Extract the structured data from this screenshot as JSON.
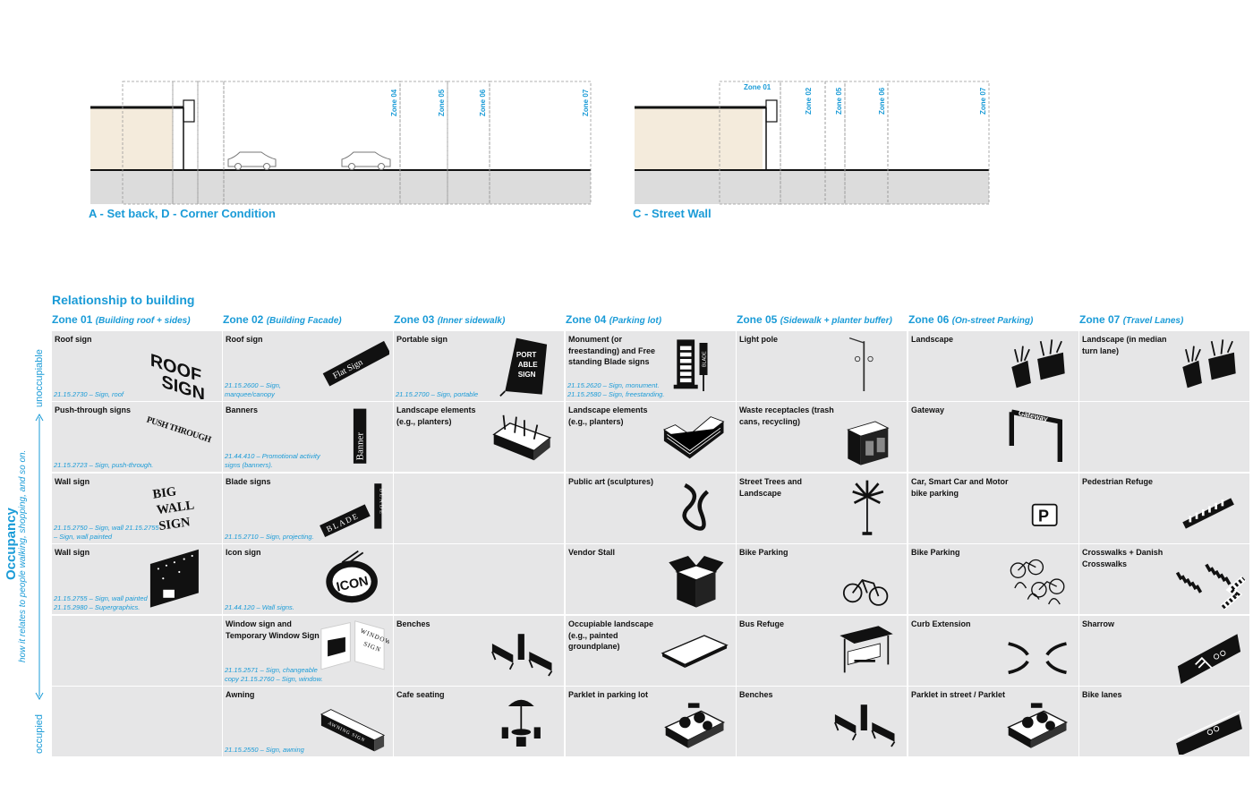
{
  "sections": {
    "left_caption": "A - Set back, D - Corner Condition",
    "right_caption": "C - Street Wall",
    "left_zones": [
      "Zone 04",
      "Zone 05",
      "Zone 06",
      "Zone 07"
    ],
    "right_zones": [
      "Zone 01",
      "Zone 02",
      "Zone 05",
      "Zone 06",
      "Zone 07"
    ]
  },
  "matrix": {
    "title": "Relationship to building",
    "axis": {
      "title": "Occupancy",
      "subtitle": "how it relates to people walking, shopping, and so on.",
      "top": "unoccupiable",
      "bottom": "occupied"
    },
    "zones": [
      {
        "name": "Zone 01",
        "desc": "(Building roof + sides)"
      },
      {
        "name": "Zone 02",
        "desc": "(Building Facade)"
      },
      {
        "name": "Zone 03",
        "desc": "(Inner sidewalk)"
      },
      {
        "name": "Zone 04",
        "desc": "(Parking lot)"
      },
      {
        "name": "Zone 05",
        "desc": "(Sidewalk + planter buffer)"
      },
      {
        "name": "Zone 06",
        "desc": "(On-street Parking)"
      },
      {
        "name": "Zone 07",
        "desc": "(Travel Lanes)"
      }
    ],
    "rows": [
      [
        {
          "title": "Roof sign",
          "code": "21.15.2730 – Sign, roof",
          "icon": "roof-sign-icon",
          "art": "ROOF SIGN"
        },
        {
          "title": "Roof sign",
          "code": "21.15.2600 – Sign, marquee/canopy",
          "icon": "flat-sign-icon",
          "art": "Flat Sign"
        },
        {
          "title": "Portable sign",
          "code": "21.15.2700 – Sign, portable",
          "icon": "portable-sign-icon",
          "art": "PORT ABLE SIGN"
        },
        {
          "title": "Monument (or freestanding) and Free standing Blade signs",
          "code": "21.15.2620 – Sign, monument. 21.15.2580 – Sign, freestanding.",
          "icon": "monument-sign-icon",
          "art": "BLADE"
        },
        {
          "title": "Light pole",
          "code": "",
          "icon": "light-pole-icon",
          "art": ""
        },
        {
          "title": "Landscape",
          "code": "",
          "icon": "planter-icon",
          "art": ""
        },
        {
          "title": "Landscape (in median turn lane)",
          "code": "",
          "icon": "planter-icon",
          "art": ""
        }
      ],
      [
        {
          "title": "Push-through signs",
          "code": "21.15.2723 – Sign, push-through.",
          "icon": "push-through-sign-icon",
          "art": "PUSH THROUGH"
        },
        {
          "title": "Banners",
          "code": "21.44.410 – Promotional activity signs (banners).",
          "icon": "banner-icon",
          "art": "Banner"
        },
        {
          "title": "Landscape elements (e.g., planters)",
          "code": "",
          "icon": "planter-box-icon",
          "art": ""
        },
        {
          "title": "Landscape elements (e.g., planters)",
          "code": "",
          "icon": "l-planter-icon",
          "art": ""
        },
        {
          "title": "Waste receptacles (trash cans, recycling)",
          "code": "",
          "icon": "waste-receptacle-icon",
          "art": ""
        },
        {
          "title": "Gateway",
          "code": "",
          "icon": "gateway-icon",
          "art": "Gateway"
        },
        {
          "title": "",
          "code": "",
          "icon": "",
          "art": ""
        }
      ],
      [
        {
          "title": "Wall sign",
          "code": "21.15.2750 – Sign, wall 21.15.2755 – Sign, wall painted",
          "icon": "wall-sign-icon",
          "art": "BIG WALL SIGN"
        },
        {
          "title": "Blade signs",
          "code": "21.15.2710 – Sign, projecting.",
          "icon": "blade-sign-icon",
          "art": "BLADE"
        },
        {
          "title": "",
          "code": "",
          "icon": "",
          "art": ""
        },
        {
          "title": "Public art (sculptures)",
          "code": "",
          "icon": "sculpture-icon",
          "art": ""
        },
        {
          "title": "Street Trees and Landscape",
          "code": "",
          "icon": "palm-tree-icon",
          "art": ""
        },
        {
          "title": "Car, Smart Car and Motor bike parking",
          "code": "",
          "icon": "parking-icon",
          "art": "P"
        },
        {
          "title": "Pedestrian Refuge",
          "code": "",
          "icon": "pedestrian-refuge-icon",
          "art": ""
        }
      ],
      [
        {
          "title": "Wall sign",
          "code": "21.15.2755 – Sign, wall painted 21.15.2980 – Supergraphics.",
          "icon": "supergraphic-icon",
          "art": ""
        },
        {
          "title": "Icon sign",
          "code": "21.44.120 – Wall signs.",
          "icon": "icon-sign-icon",
          "art": "ICON"
        },
        {
          "title": "",
          "code": "",
          "icon": "",
          "art": ""
        },
        {
          "title": "Vendor Stall",
          "code": "",
          "icon": "vendor-stall-icon",
          "art": ""
        },
        {
          "title": "Bike Parking",
          "code": "",
          "icon": "bike-icon",
          "art": ""
        },
        {
          "title": "Bike Parking",
          "code": "",
          "icon": "bike-rack-icon",
          "art": ""
        },
        {
          "title": "Crosswalks + Danish Crosswalks",
          "code": "",
          "icon": "crosswalk-icon",
          "art": ""
        }
      ],
      [
        {
          "title": "",
          "code": "",
          "icon": "",
          "art": ""
        },
        {
          "title": "Window sign and Temporary Window Sign",
          "code": "21.15.2571 – Sign, changeable copy 21.15.2760 – Sign, window.",
          "icon": "window-sign-icon",
          "art": "WINDOW SIGN"
        },
        {
          "title": "Benches",
          "code": "",
          "icon": "bench-icon",
          "art": ""
        },
        {
          "title": "Occupiable landscape (e.g., painted groundplane)",
          "code": "",
          "icon": "painted-groundplane-icon",
          "art": ""
        },
        {
          "title": "Bus Refuge",
          "code": "",
          "icon": "bus-shelter-icon",
          "art": ""
        },
        {
          "title": "Curb Extension",
          "code": "",
          "icon": "curb-extension-icon",
          "art": ""
        },
        {
          "title": "Sharrow",
          "code": "",
          "icon": "sharrow-icon",
          "art": ""
        }
      ],
      [
        {
          "title": "",
          "code": "",
          "icon": "",
          "art": ""
        },
        {
          "title": "Awning",
          "code": "21.15.2550 – Sign, awning",
          "icon": "awning-icon",
          "art": "AWNING SIGN"
        },
        {
          "title": "Cafe seating",
          "code": "",
          "icon": "cafe-seating-icon",
          "art": ""
        },
        {
          "title": "Parklet in parking lot",
          "code": "",
          "icon": "parklet-icon",
          "art": ""
        },
        {
          "title": "Benches",
          "code": "",
          "icon": "bench-icon",
          "art": ""
        },
        {
          "title": "Parklet in street / Parklet",
          "code": "",
          "icon": "parklet-icon",
          "art": ""
        },
        {
          "title": "Bike lanes",
          "code": "",
          "icon": "bike-lane-icon",
          "art": ""
        }
      ]
    ]
  }
}
